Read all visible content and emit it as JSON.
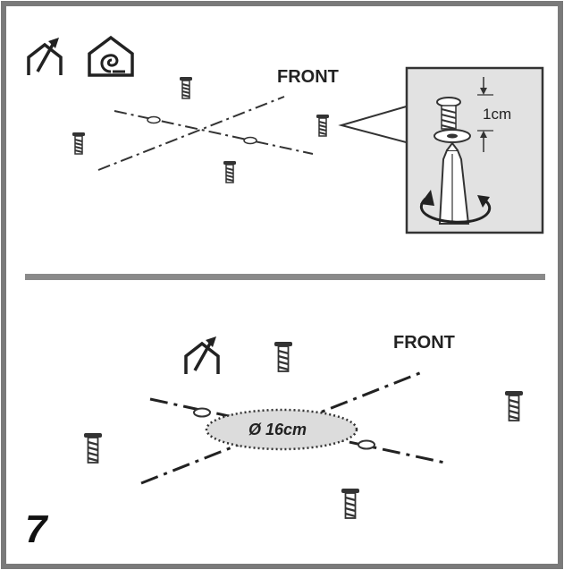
{
  "panel_top": {
    "front_label": "FRONT",
    "icons": [
      "duct-outlet-icon",
      "recirculation-icon"
    ],
    "detail": {
      "dimension_label": "1cm"
    }
  },
  "panel_bottom": {
    "front_label": "FRONT",
    "icons": [
      "duct-outlet-icon"
    ],
    "diameter_label": "Ø 16cm",
    "step_number": "7"
  },
  "colors": {
    "frame": "#7a7a7a",
    "divider": "#8a8a8a",
    "ink": "#222222",
    "hole_fill": "#dcdcdc",
    "detail_bg": "#e2e2e2"
  }
}
